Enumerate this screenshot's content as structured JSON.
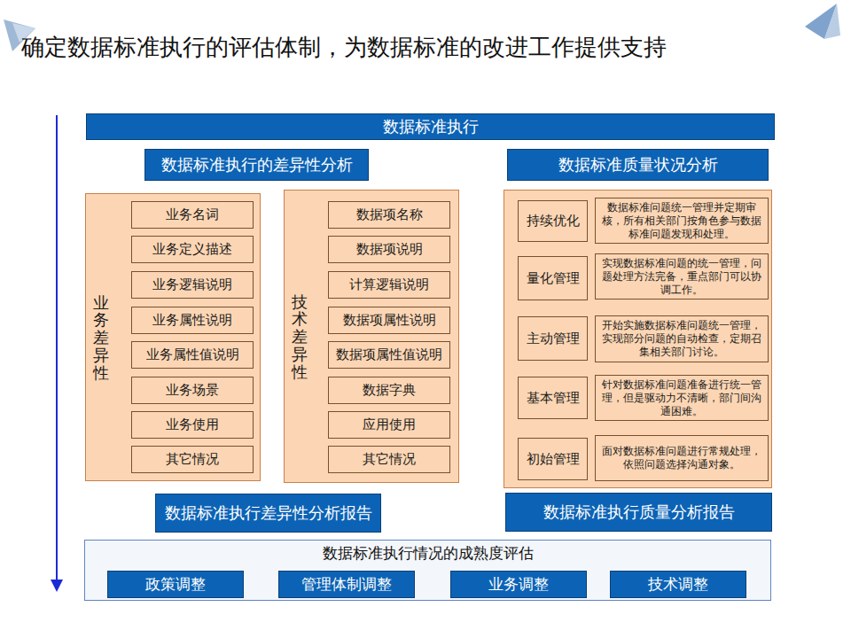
{
  "diagram": {
    "title": "确定数据标准执行的评估体制，为数据标准的改进工作提供支持",
    "nodes": [
      {
        "text": [
          "数据标准执行"
        ]
      },
      {
        "text": [
          "数据标准执行的差异性分析"
        ]
      },
      {
        "text": [
          "数据标准质量状况分析"
        ]
      },
      {
        "text": [
          "业务差异性"
        ]
      },
      {
        "text": [
          "业务名词"
        ],
        "in": 3
      },
      {
        "text": [
          "业务定义描述"
        ],
        "in": 3
      },
      {
        "text": [
          "业务逻辑说明"
        ],
        "in": 3
      },
      {
        "text": [
          "业务属性说明"
        ],
        "in": 3
      },
      {
        "text": [
          "业务属性值说明"
        ],
        "in": 3
      },
      {
        "text": [
          "业务场景"
        ],
        "in": 3
      },
      {
        "text": [
          "业务使用"
        ],
        "in": 3
      },
      {
        "text": [
          "其它情况"
        ],
        "in": 3
      },
      {
        "text": [
          "技术差异性"
        ]
      },
      {
        "text": [
          "数据项名称"
        ],
        "in": 12
      },
      {
        "text": [
          "数据项说明"
        ],
        "in": 12
      },
      {
        "text": [
          "计算逻辑说明"
        ],
        "in": 12
      },
      {
        "text": [
          "数据项属性说明"
        ],
        "in": 12
      },
      {
        "text": [
          "数据项属性值说明"
        ],
        "in": 12
      },
      {
        "text": [
          "数据字典"
        ],
        "in": 12
      },
      {
        "text": [
          "应用使用"
        ],
        "in": 12
      },
      {
        "text": [
          "其它情况"
        ],
        "in": 12
      },
      {
        "text": []
      },
      {
        "text": [
          "持续优化"
        ],
        "in": 21
      },
      {
        "text": [
          "数据标准问题统一管理并定期审核，所有相关部门按角色参与数据标准问题发现和处理。"
        ],
        "in": 21
      },
      {
        "text": [
          "量化管理"
        ],
        "in": 21
      },
      {
        "text": [
          "实现数据标准问题的统一管理，问题处理方法完备，重点部门可以协调工作。"
        ],
        "in": 21
      },
      {
        "text": [
          "主动管理"
        ],
        "in": 21
      },
      {
        "text": [
          "开始实施数据标准问题统一管理，实现部分问题的自动检查，定期召集相关部门讨论。"
        ],
        "in": 21
      },
      {
        "text": [
          "基本管理"
        ],
        "in": 21
      },
      {
        "text": [
          "针对数据标准问题准备进行统一管理，但是驱动力不清晰，部门间沟通困难。"
        ],
        "in": 21
      },
      {
        "text": [
          "初始管理"
        ],
        "in": 21
      },
      {
        "text": [
          "面对数据标准问题进行常规处理，依照问题选择沟通对象。"
        ],
        "in": 21
      },
      {
        "text": [
          "数据标准执行差异性分析报告"
        ]
      },
      {
        "text": [
          "数据标准执行质量分析报告"
        ]
      },
      {
        "text": [
          "数据标准执行情况的成熟度评估"
        ]
      },
      {
        "text": [
          "政策调整"
        ],
        "in": 34
      },
      {
        "text": [
          "管理体制调整"
        ],
        "in": 34
      },
      {
        "text": [
          "业务调整"
        ],
        "in": 34
      },
      {
        "text": [
          "技术调整"
        ],
        "in": 34
      }
    ],
    "edges": [
      {
        "from": 30,
        "to": 28,
        "arrow": "to"
      },
      {
        "from": 28,
        "to": 26,
        "arrow": "to"
      },
      {
        "from": 26,
        "to": 24,
        "arrow": "to"
      },
      {
        "from": 24,
        "to": 22,
        "arrow": "to"
      }
    ]
  }
}
